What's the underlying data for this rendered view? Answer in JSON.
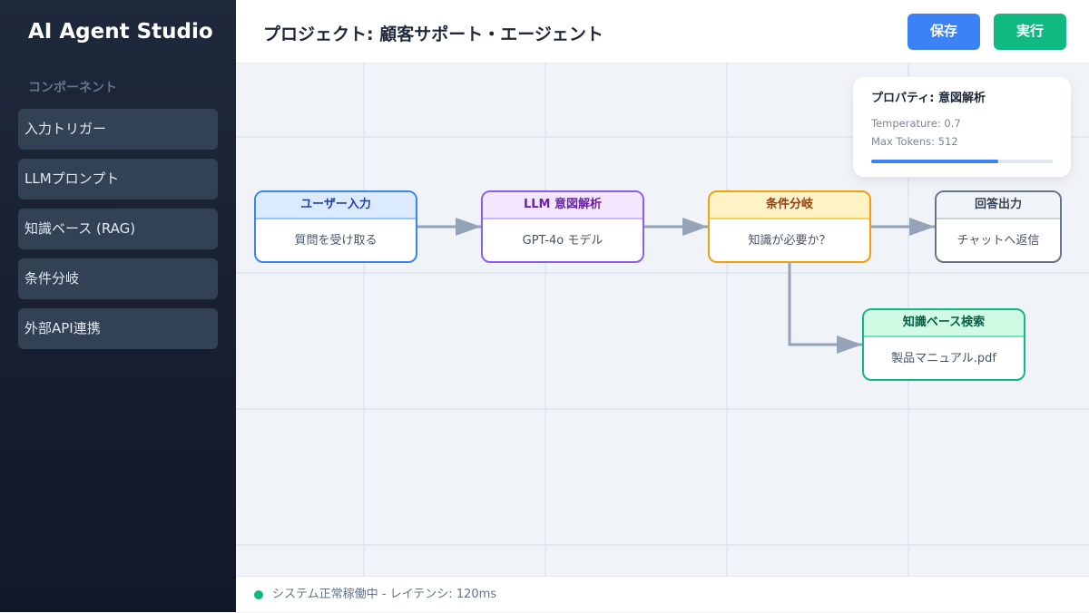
{
  "sidebar": {
    "brand": "AI Agent Studio",
    "section": "コンポーネント",
    "items": [
      {
        "label": "入力トリガー"
      },
      {
        "label": "LLMプロンプト"
      },
      {
        "label": "知識ベース (RAG)"
      },
      {
        "label": "条件分岐"
      },
      {
        "label": "外部API連携"
      }
    ]
  },
  "header": {
    "title": "プロジェクト: 顧客サポート・エージェント",
    "save": "保存",
    "run": "実行"
  },
  "nodes": [
    {
      "title": "ユーザー入力",
      "body": "質問を受け取る",
      "color": "#3b82f6"
    },
    {
      "title": "LLM 意図解析",
      "body": "GPT-4o モデル",
      "color": "#8b5cf6"
    },
    {
      "title": "条件分岐",
      "body": "知識が必要か？",
      "color": "#f59e0b"
    },
    {
      "title": "回答出力",
      "body": "チャットへ返信",
      "color": "#64748b"
    },
    {
      "title": "知識ベース検索",
      "body": "製品マニュアル.pdf",
      "color": "#10b981"
    }
  ],
  "properties": {
    "title": "プロパティ: 意図解析",
    "temperature": "Temperature: 0.7",
    "max_tokens": "Max Tokens: 512",
    "progress": 0.7
  },
  "status": {
    "text": "システム正常稼働中 - レイテンシ: 120ms",
    "color": "#10b981"
  }
}
